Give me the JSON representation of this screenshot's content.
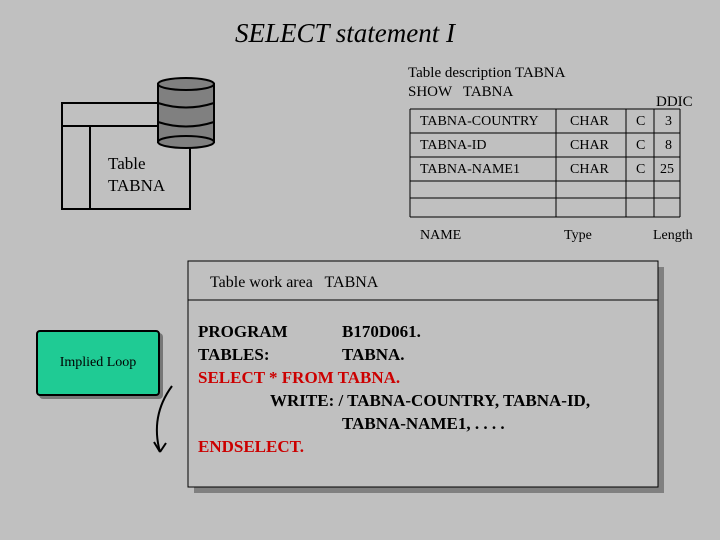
{
  "title": "SELECT statement I",
  "description": {
    "line1": "Table description TABNA",
    "line2": "SHOW   TABNA"
  },
  "ddic_label": "DDIC",
  "fields": [
    {
      "name": "TABNA-COUNTRY",
      "type": "CHAR",
      "ddic": "C",
      "length": "3"
    },
    {
      "name": "TABNA-ID",
      "type": "CHAR",
      "ddic": "C",
      "length": "8"
    },
    {
      "name": "TABNA-NAME1",
      "type": "CHAR",
      "ddic": "C",
      "length": "25"
    }
  ],
  "legend": {
    "name": "NAME",
    "type": "Type",
    "length": "Length"
  },
  "table_box_label": "Table\nTABNA",
  "work_area_label": "Table work area   TABNA",
  "implied_loop_label": "Implied Loop",
  "code": {
    "line1_a": "PROGRAM",
    "line1_b": "B170D061.",
    "line2_a": "TABLES:",
    "line2_b": "TABNA.",
    "line3": "SELECT * FROM TABNA.",
    "line4": "WRITE: / TABNA-COUNTRY, TABNA-ID,",
    "line5": "TABNA-NAME1, . . . .",
    "line6": "ENDSELECT."
  },
  "colors": {
    "background": "#c0c0c0",
    "keyword_red": "#cc0000",
    "implied_loop_green": "#1fcb94"
  }
}
